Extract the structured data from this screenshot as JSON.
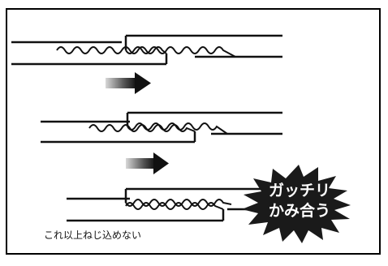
{
  "diagram": {
    "burst_text": [
      "ガッチリ",
      "かみ合う"
    ],
    "caption": "これ以上ねじ込めない",
    "colors": {
      "frame": "#000000",
      "lines": "#111111",
      "burst": "#1a1a1a",
      "burst_text": "#ffffff",
      "arrow_dark": "#111111",
      "arrow_light": "#bbbbbb"
    }
  }
}
